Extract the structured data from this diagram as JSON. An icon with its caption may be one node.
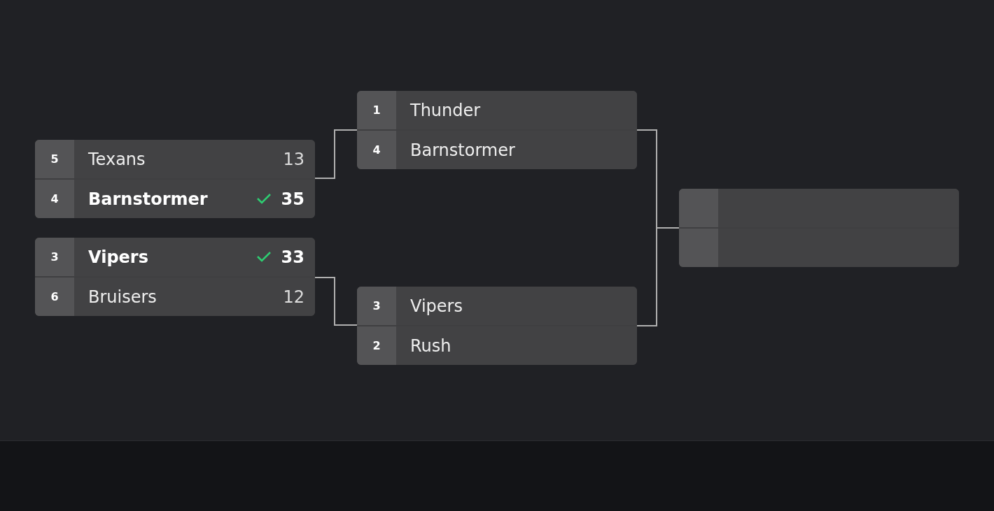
{
  "diagram": {
    "nodes": [
      {
        "text": [],
        "shape": "box"
      },
      {
        "text": [
          "5",
          "Texans",
          "13"
        ],
        "in": 0
      },
      {
        "text": [
          "4",
          "Barnstormer",
          "35"
        ],
        "in": 0
      },
      {
        "text": [],
        "shape": "box"
      },
      {
        "text": [
          "3",
          "Vipers",
          "33"
        ],
        "in": 3
      },
      {
        "text": [
          "6",
          "Bruisers",
          "12"
        ],
        "in": 3
      },
      {
        "text": [],
        "shape": "box"
      },
      {
        "text": [
          "1",
          "Thunder"
        ],
        "in": 6
      },
      {
        "text": [
          "4",
          "Barnstormer"
        ],
        "in": 6
      },
      {
        "text": [],
        "shape": "box"
      },
      {
        "text": [
          "3",
          "Vipers"
        ],
        "in": 9
      },
      {
        "text": [
          "2",
          "Rush"
        ],
        "in": 9
      },
      {
        "text": [],
        "shape": "box"
      },
      {
        "text": [],
        "shape": "box",
        "in": 12
      },
      {
        "text": [],
        "shape": "box",
        "in": 12
      }
    ],
    "edges": [
      {
        "from": 0,
        "to": 6,
        "arrow": "none"
      },
      {
        "from": 3,
        "to": 9,
        "arrow": "none"
      },
      {
        "from": 6,
        "to": 12,
        "arrow": "none"
      },
      {
        "from": 9,
        "to": 12,
        "arrow": "none"
      }
    ]
  }
}
